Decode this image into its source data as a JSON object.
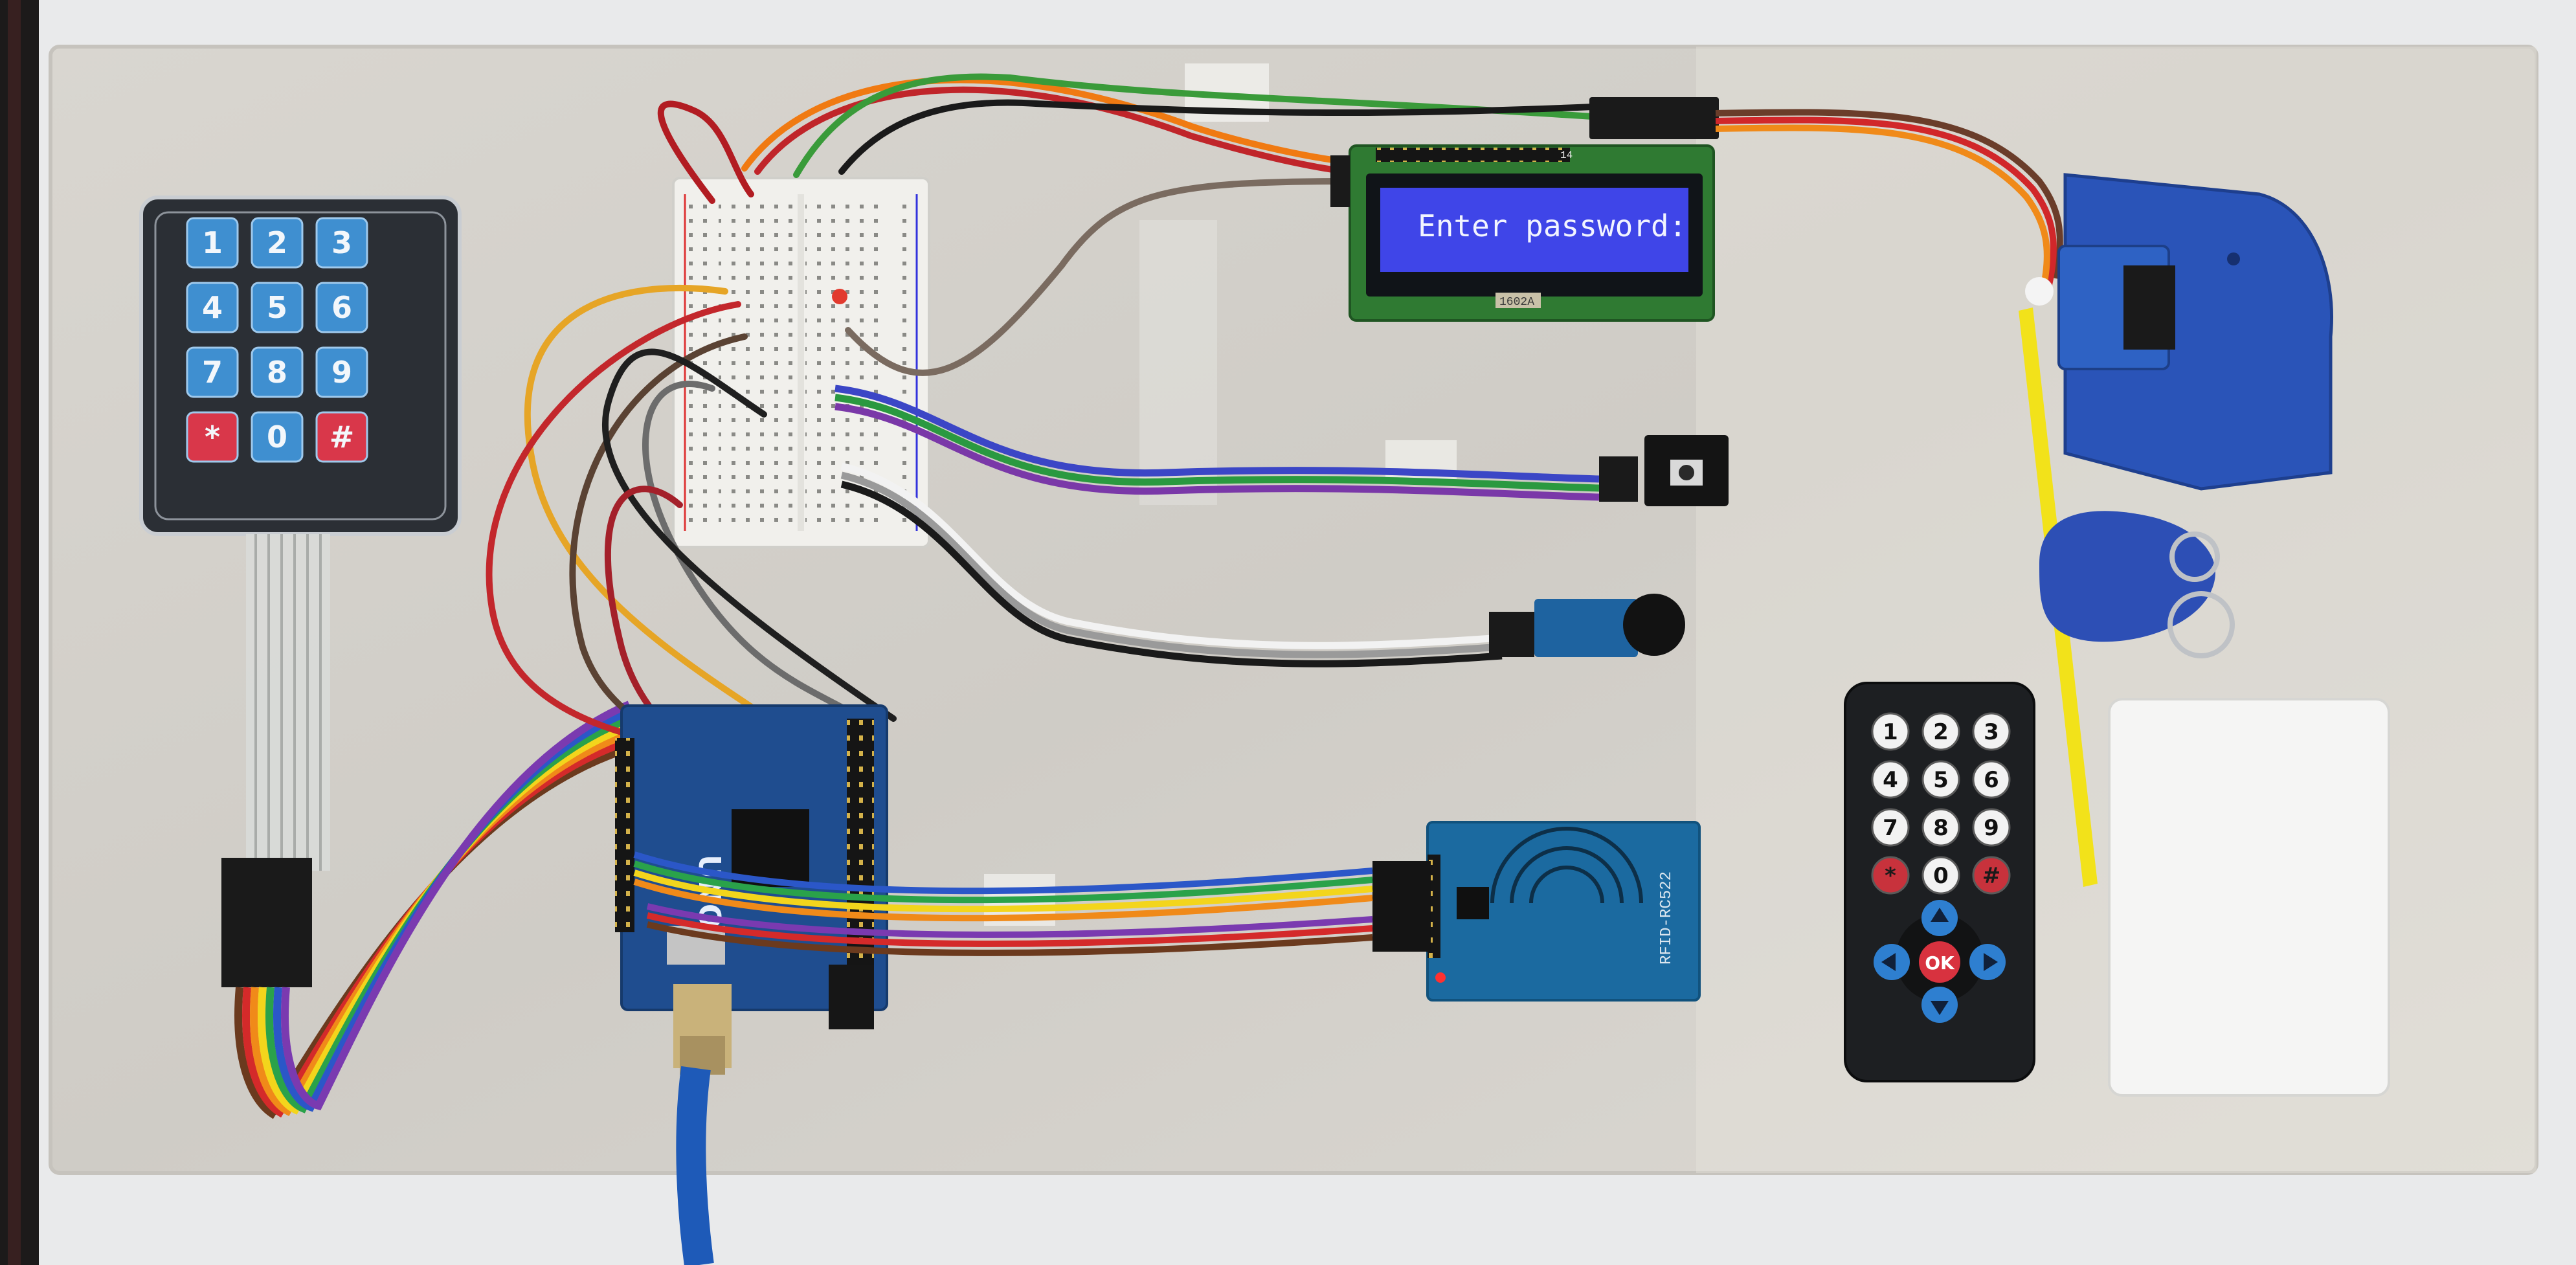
{
  "lcd": {
    "message": "Enter password:",
    "model_label": "1602A",
    "header_label": "14"
  },
  "keypad": {
    "keys": [
      "1",
      "2",
      "3",
      "4",
      "5",
      "6",
      "7",
      "8",
      "9",
      "*",
      "0",
      "#"
    ]
  },
  "remote": {
    "digits": [
      "1",
      "2",
      "3",
      "4",
      "5",
      "6",
      "7",
      "8",
      "9",
      "*",
      "0",
      "#"
    ],
    "ok_label": "OK"
  },
  "arduino": {
    "board_label": "UNO"
  },
  "rfid": {
    "label": "RFID-RC522"
  },
  "colors": {
    "lcd_background": "#3f45e8",
    "lcd_text": "#f2f4ff",
    "keypad_body": "#2b2f35",
    "keypad_key_blue": "#3f8fd0",
    "keypad_key_red": "#d9374a",
    "arduino_board": "#1f4d8f",
    "rfid_board": "#1b6aa0",
    "servo_housing": "#2a54b8",
    "remote_body": "#1d1f22",
    "remote_ok": "#d8323f",
    "card_white": "#f5f5f4",
    "fob_blue": "#2d4fb5",
    "pencil_yellow": "#f2e21a"
  }
}
